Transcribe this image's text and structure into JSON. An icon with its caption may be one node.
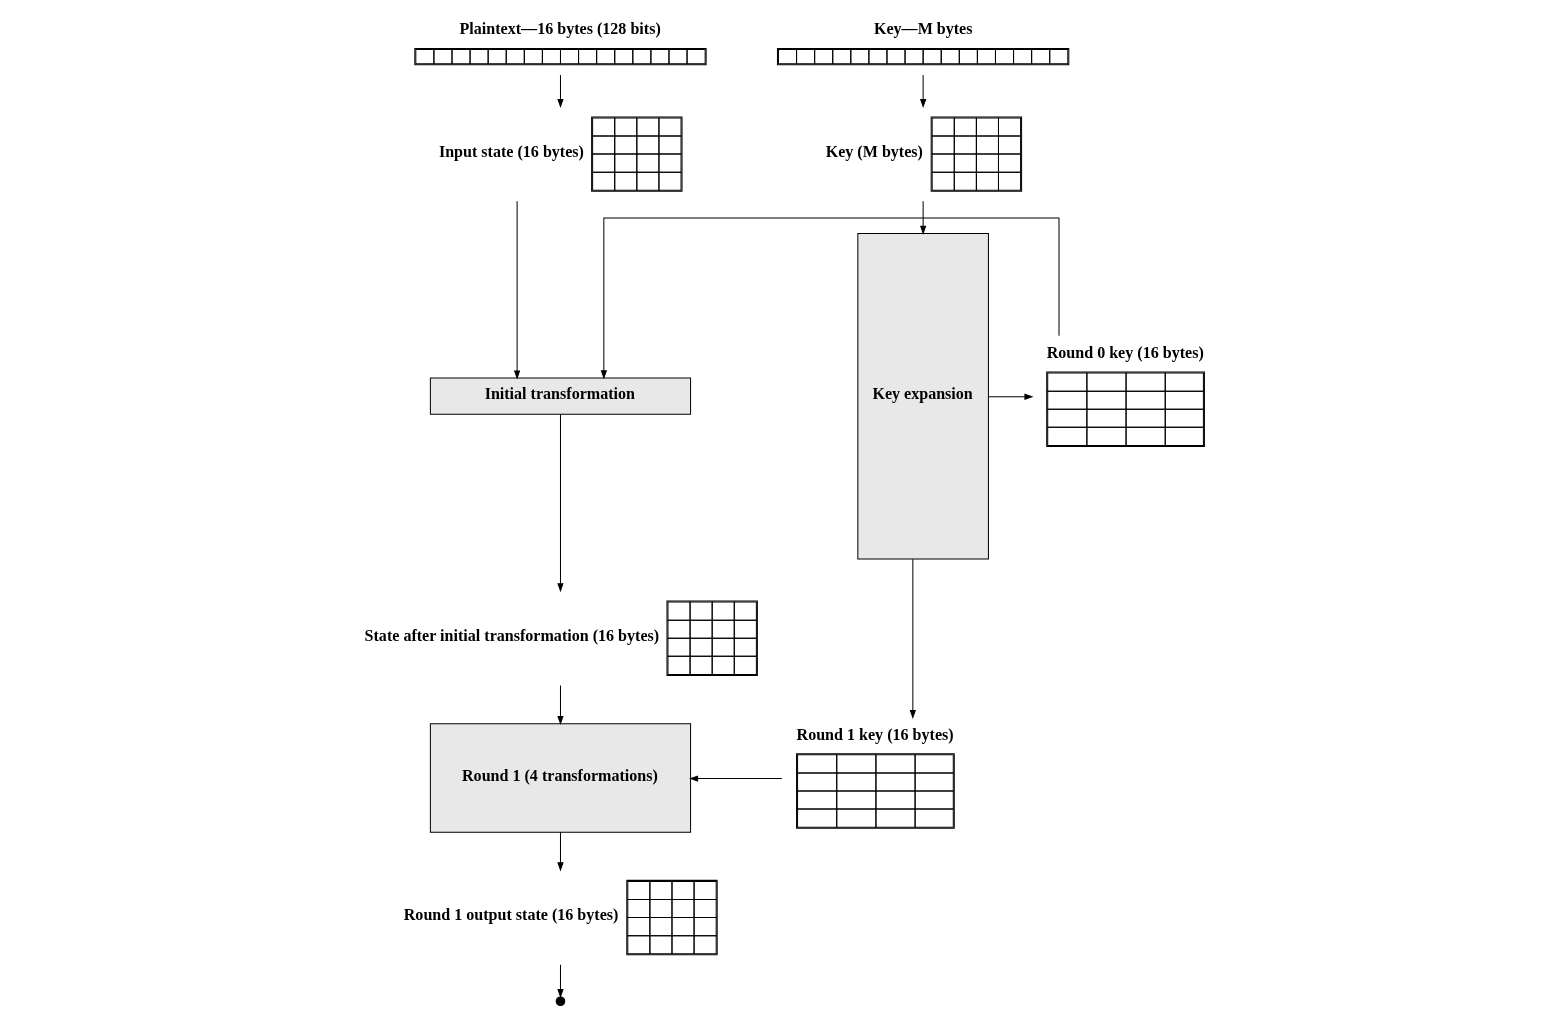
{
  "diagram": {
    "nodes": [
      {
        "text": [
          "Plaintext—16 bytes (128 bits)"
        ]
      },
      {
        "text": [
          "Input state (16 bytes)"
        ]
      },
      {
        "text": [
          "Initial transformation"
        ]
      },
      {
        "text": [
          "State after initial transformation (16 bytes)"
        ]
      },
      {
        "text": [
          "Round 1 (4 transformations)"
        ]
      },
      {
        "text": [
          "Round 1 output state (16 bytes)"
        ]
      },
      {
        "text": [],
        "shape": "circle"
      },
      {
        "text": [
          "Key—M bytes"
        ]
      },
      {
        "text": [
          "Key (M bytes)"
        ]
      },
      {
        "text": [
          "Key expansion"
        ]
      },
      {
        "text": [
          "Round 0 key (16 bytes)"
        ]
      },
      {
        "text": [
          "Round 1 key (16 bytes)"
        ]
      }
    ],
    "edges": [
      {
        "from": 0,
        "to": 1,
        "arrow": "to"
      },
      {
        "from": 1,
        "to": 2,
        "arrow": "to"
      },
      {
        "from": 2,
        "to": 3,
        "arrow": "to"
      },
      {
        "from": 3,
        "to": 4,
        "arrow": "to"
      },
      {
        "from": 4,
        "to": 5,
        "arrow": "to"
      },
      {
        "from": 5,
        "to": 6,
        "arrow": "to"
      },
      {
        "from": 7,
        "to": 8,
        "arrow": "to"
      },
      {
        "from": 8,
        "to": 9,
        "arrow": "to"
      },
      {
        "from": 9,
        "to": 10,
        "arrow": "to"
      },
      {
        "from": 10,
        "to": 2,
        "arrow": "to"
      },
      {
        "from": 9,
        "to": 11,
        "arrow": "to"
      },
      {
        "from": 11,
        "to": 4,
        "arrow": "to"
      }
    ]
  }
}
